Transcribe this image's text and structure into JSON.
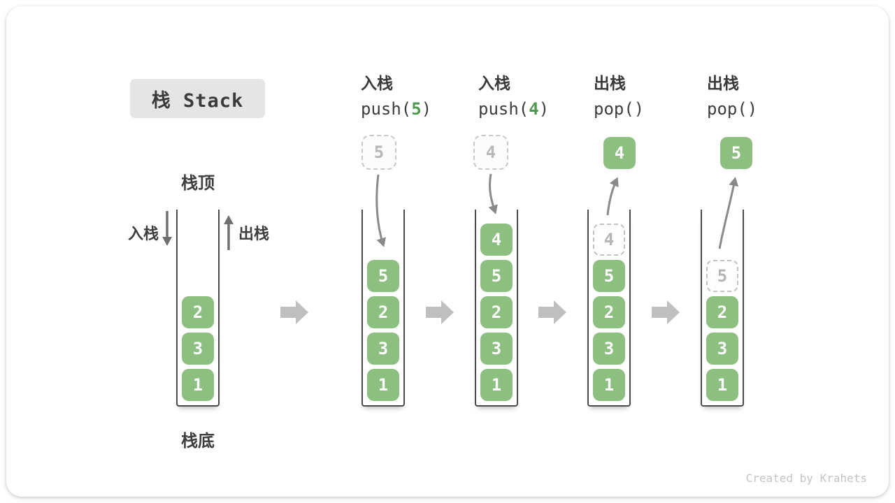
{
  "title": "栈 Stack",
  "diagram_labels": {
    "stack_top": "栈顶",
    "stack_bottom": "栈底",
    "push_side": "入栈",
    "pop_side": "出栈"
  },
  "operations": [
    {
      "name": "入栈",
      "fn": "push(",
      "arg": "5",
      "close": ")"
    },
    {
      "name": "入栈",
      "fn": "push(",
      "arg": "4",
      "close": ")"
    },
    {
      "name": "出栈",
      "fn": "pop(",
      "arg": "",
      "close": ")"
    },
    {
      "name": "出栈",
      "fn": "pop(",
      "arg": "",
      "close": ")"
    }
  ],
  "floating_values": [
    "5",
    "4",
    "4",
    "5"
  ],
  "stacks": [
    [
      "2",
      "3",
      "1"
    ],
    [
      "5",
      "2",
      "3",
      "1"
    ],
    [
      "4",
      "5",
      "2",
      "3",
      "1"
    ],
    [
      "4",
      "5",
      "2",
      "3",
      "1"
    ],
    [
      "5",
      "2",
      "3",
      "1"
    ]
  ],
  "ghost_note": "stacks[3][0] and stacks[4][0] are popped ghost slots",
  "colors": {
    "element_green": "#8cbf80",
    "code_arg_green": "#4d9a4f",
    "container_line": "#4b4b4b",
    "curved_arrow": "#8a8a8a",
    "side_arrow": "#6f6f6f",
    "block_arrow": "#bfbfbf",
    "title_chip_bg": "#e5e5e5"
  },
  "watermark": "Created by Krahets"
}
